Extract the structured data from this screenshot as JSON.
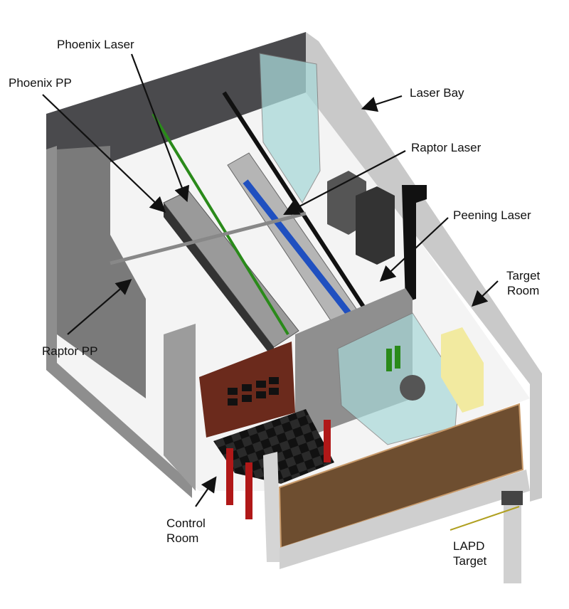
{
  "labels": {
    "phoenix_laser": "Phoenix Laser",
    "phoenix_pp": "Phoenix PP",
    "laser_bay": "Laser Bay",
    "raptor_laser": "Raptor Laser",
    "peening_laser": "Peening Laser",
    "target_room_1": "Target",
    "target_room_2": "Room",
    "raptor_pp": "Raptor PP",
    "control_room_1": "Control",
    "control_room_2": "Room",
    "lapd_target_1": "LAPD",
    "lapd_target_2": "Target"
  },
  "colors": {
    "back_wall": "#4a4a4d",
    "side_wall": "#c9c9c9",
    "floor": "#f4f4f4",
    "front_panel": "#6e4e30",
    "control_wall": "#6b2a1c",
    "table": "#9a9a9a",
    "beam_green": "#2a8a1a",
    "door_red": "#b01818",
    "glass": "#a8d8d8"
  }
}
